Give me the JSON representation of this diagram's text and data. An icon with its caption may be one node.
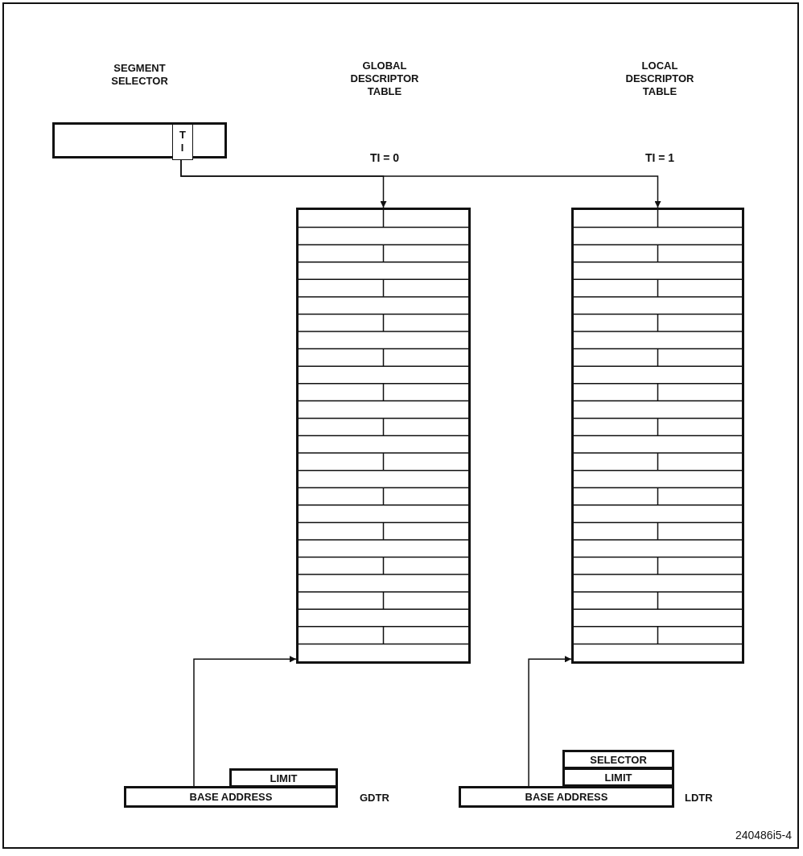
{
  "diagram": {
    "nodes": [
      {
        "text": [
          "SEGMENT SELECTOR"
        ]
      },
      {
        "text": [
          "T I"
        ],
        "in": 0
      },
      {
        "text": [],
        "shape": "box"
      },
      {
        "text": [],
        "shape": "box"
      },
      {
        "text": [
          "LIMIT"
        ]
      },
      {
        "text": [
          "BASE ADDRESS"
        ],
        "beside": [
          "GDTR"
        ]
      },
      {
        "text": [
          "SELECTOR"
        ]
      },
      {
        "text": [
          "LIMIT"
        ]
      },
      {
        "text": [
          "BASE ADDRESS"
        ],
        "beside": [
          "LDTR"
        ]
      }
    ],
    "edges": [
      {
        "from": 1,
        "to": 2,
        "arrow": "to",
        "label": "TI = 0"
      },
      {
        "from": 1,
        "to": 3,
        "arrow": "to",
        "label": "TI = 1"
      },
      {
        "from": 5,
        "to": 2,
        "arrow": "to"
      },
      {
        "from": 8,
        "to": 3,
        "arrow": "to"
      }
    ],
    "labels": [
      "GLOBAL DESCRIPTOR TABLE",
      "LOCAL DESCRIPTOR TABLE",
      "240486i5-4"
    ]
  }
}
